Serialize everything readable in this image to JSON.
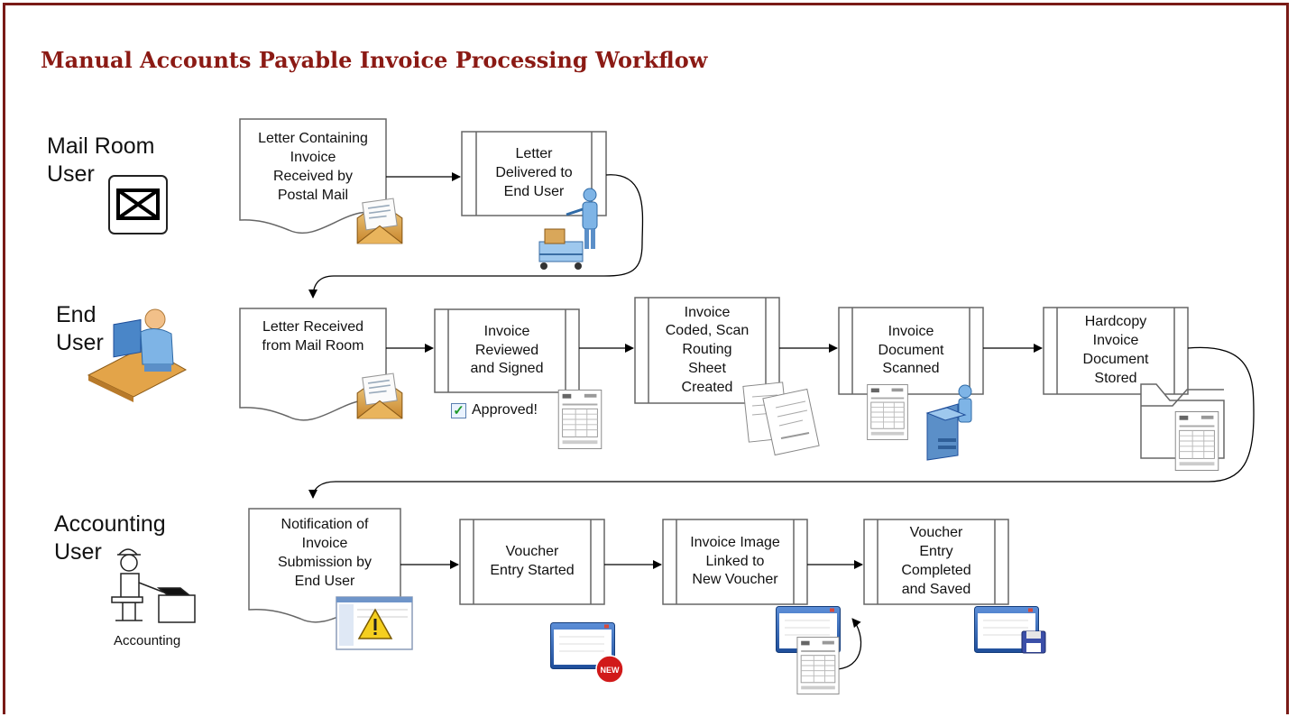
{
  "title": "Manual Accounts Payable Invoice Processing Workflow",
  "lanes": {
    "mailroom": {
      "label": "Mail Room\nUser"
    },
    "enduser": {
      "label": "End\nUser"
    },
    "accounting": {
      "label": "Accounting\nUser",
      "sublabel": "Accounting"
    }
  },
  "nodes": {
    "n1": {
      "text": "Letter Containing\nInvoice\nReceived by\nPostal Mail"
    },
    "n2": {
      "text": "Letter\nDelivered to\nEnd User"
    },
    "n3": {
      "text": "Letter Received\nfrom Mail Room"
    },
    "n4": {
      "text": "Invoice\nReviewed\nand Signed"
    },
    "n5": {
      "text": "Invoice\nCoded, Scan\nRouting\nSheet\nCreated"
    },
    "n6": {
      "text": "Invoice\nDocument\nScanned"
    },
    "n7": {
      "text": "Hardcopy\nInvoice\nDocument\nStored"
    },
    "n8": {
      "text": "Notification of\nInvoice\nSubmission by\nEnd User"
    },
    "n9": {
      "text": "Voucher\nEntry Started"
    },
    "n10": {
      "text": "Invoice Image\nLinked to\nNew Voucher"
    },
    "n11": {
      "text": "Voucher\nEntry\nCompleted\nand Saved"
    }
  },
  "approved_label": "Approved!",
  "new_badge": "NEW",
  "icons": [
    "envelope-icon",
    "mail-cart-icon",
    "desk-user-icon",
    "accounting-user-icon",
    "invoice-document-icon",
    "scanner-icon",
    "folder-icon",
    "warning-icon",
    "voucher-window-icon",
    "save-disk-icon"
  ],
  "colors": {
    "title": "#8b1a14",
    "frame": "#7a1b17"
  }
}
